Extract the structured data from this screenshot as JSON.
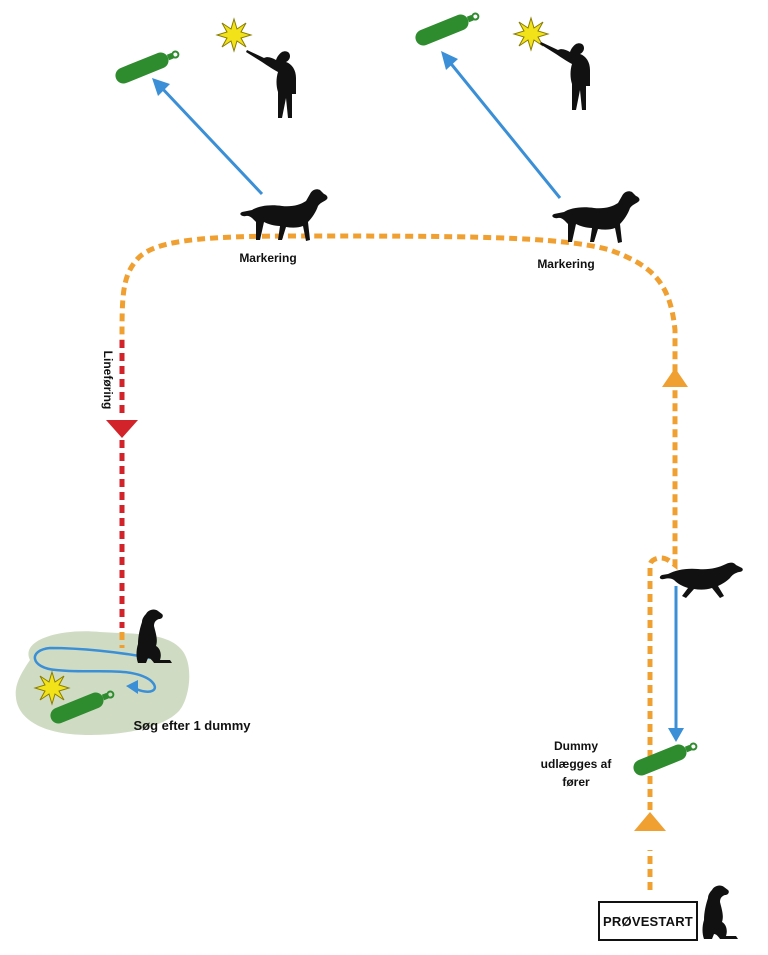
{
  "labels": {
    "marking_left": "Markering",
    "marking_right": "Markering",
    "line_direction": "Lineføring",
    "search": "Søg efter 1 dummy",
    "dummy_placed_line1": "Dummy",
    "dummy_placed_line2": "udlægges af",
    "dummy_placed_line3": "fører",
    "start": "PRØVESTART"
  },
  "colors": {
    "route": "#f0a030",
    "line_direction": "#d2232a",
    "retrieve": "#3a8fd6",
    "dummy": "#2e8b2e",
    "flash": "#f2e21a",
    "search_area": "#cfdcc3",
    "silhouette": "#111111"
  },
  "icons": [
    "dog-standing-icon",
    "dog-sitting-icon",
    "dog-running-icon",
    "hunter-shooting-icon",
    "dummy-icon",
    "shot-flash-icon"
  ]
}
